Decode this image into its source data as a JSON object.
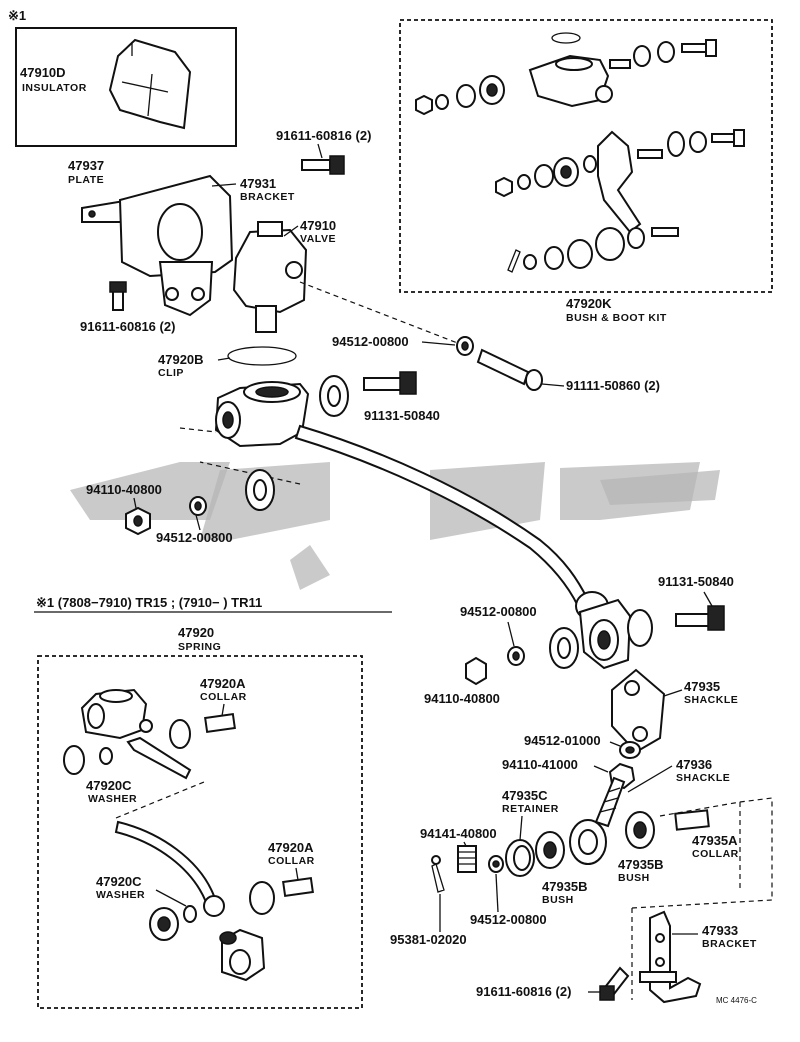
{
  "header": {
    "note_mark": "※1"
  },
  "footnote": {
    "text": "※1 (7808−7910) TR15 ; (7910−        ) TR11"
  },
  "drawing_code": "MC 4476-C",
  "watermark_shape": "watermark-logo",
  "labels": {
    "insulator": {
      "part": "47910D",
      "name": "INSULATOR"
    },
    "plate": {
      "part": "47937",
      "name": "PLATE"
    },
    "bracket_top": {
      "part": "47931",
      "name": "BRACKET"
    },
    "bolt_top": {
      "part": "91611-60816 (2)"
    },
    "valve": {
      "part": "47910",
      "name": "VALVE"
    },
    "bolt_left": {
      "part": "91611-60816 (2)"
    },
    "clip": {
      "part": "47920B",
      "name": "CLIP"
    },
    "washer_upper": {
      "part": "94512-00800"
    },
    "bolt_long": {
      "part": "91111-50860 (2)"
    },
    "bolt_mid": {
      "part": "91131-50840"
    },
    "kit": {
      "part": "47920K",
      "name": "BUSH & BOOT KIT"
    },
    "nut_left": {
      "part": "94110-40800"
    },
    "washer_left": {
      "part": "94512-00800"
    },
    "spring": {
      "part": "47920",
      "name": "SPRING"
    },
    "collar_upper": {
      "part": "47920A",
      "name": "COLLAR"
    },
    "washer_c_upper": {
      "part": "47920C",
      "name": "WASHER"
    },
    "washer_c_lower": {
      "part": "47920C",
      "name": "WASHER"
    },
    "collar_lower": {
      "part": "47920A",
      "name": "COLLAR"
    },
    "bolt_right": {
      "part": "91131-50840"
    },
    "washer_mid": {
      "part": "94512-00800"
    },
    "nut_mid": {
      "part": "94110-40800"
    },
    "shackle_a": {
      "part": "47935",
      "name": "SHACKLE"
    },
    "washer_01000": {
      "part": "94512-01000"
    },
    "nut_41000": {
      "part": "94110-41000"
    },
    "shackle_b": {
      "part": "47936",
      "name": "SHACKLE"
    },
    "retainer": {
      "part": "47935C",
      "name": "RETAINER"
    },
    "nut_lock": {
      "part": "94141-40800"
    },
    "bush_left": {
      "part": "47935B",
      "name": "BUSH"
    },
    "bush_right": {
      "part": "47935B",
      "name": "BUSH"
    },
    "collar_right": {
      "part": "47935A",
      "name": "COLLAR"
    },
    "washer_bottom": {
      "part": "94512-00800"
    },
    "cotter": {
      "part": "95381-02020"
    },
    "bracket_bottom": {
      "part": "47933",
      "name": "BRACKET"
    },
    "bolt_bottom": {
      "part": "91611-60816 (2)"
    }
  }
}
